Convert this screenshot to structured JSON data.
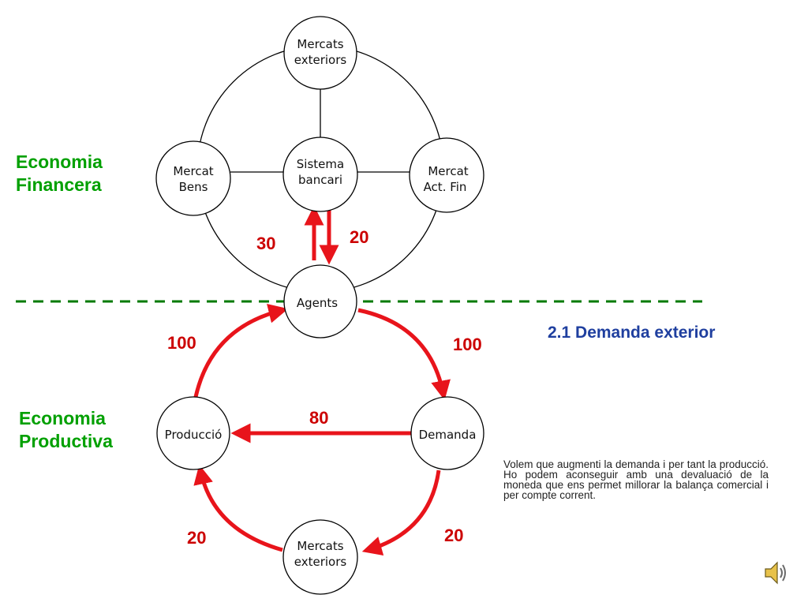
{
  "diagram": {
    "nodes": {
      "exteriors_top": [
        "Mercats",
        "exteriors"
      ],
      "bens": [
        "Mercat",
        "Bens"
      ],
      "sistema": [
        "Sistema",
        "bancari"
      ],
      "actfin": [
        "Mercat",
        "Act. Fin"
      ],
      "agents": [
        "Agents"
      ],
      "produccio": [
        "Producció"
      ],
      "demanda": [
        "Demanda"
      ],
      "exteriors_bottom": [
        "Mercats",
        "exteriors"
      ]
    },
    "flows": {
      "up_left": "30",
      "up_right": "20",
      "agents_demanda": "100",
      "produccio_agents": "100",
      "demanda_produccio": "80",
      "demanda_exteriors": "20",
      "exteriors_produccio": "20"
    }
  },
  "labels": {
    "economia_financera": [
      "Economia",
      "Financera"
    ],
    "economia_productiva": [
      "Economia",
      "Productiva"
    ],
    "subtitle": "2.1 Demanda exterior"
  },
  "paragraph": "Volem que augmenti la demanda i per tant la producció. Ho podem aconseguir amb una devaluació de la moneda que ens permet millorar la balança comercial i per compte corrent.",
  "colors": {
    "arrow": "#e8141b",
    "numbers": "#cc0000",
    "section_title": "#00a000",
    "subtitle": "#1f3f9f",
    "dashed_line": "#007a00"
  },
  "icons": {
    "speaker": "speaker-icon"
  }
}
